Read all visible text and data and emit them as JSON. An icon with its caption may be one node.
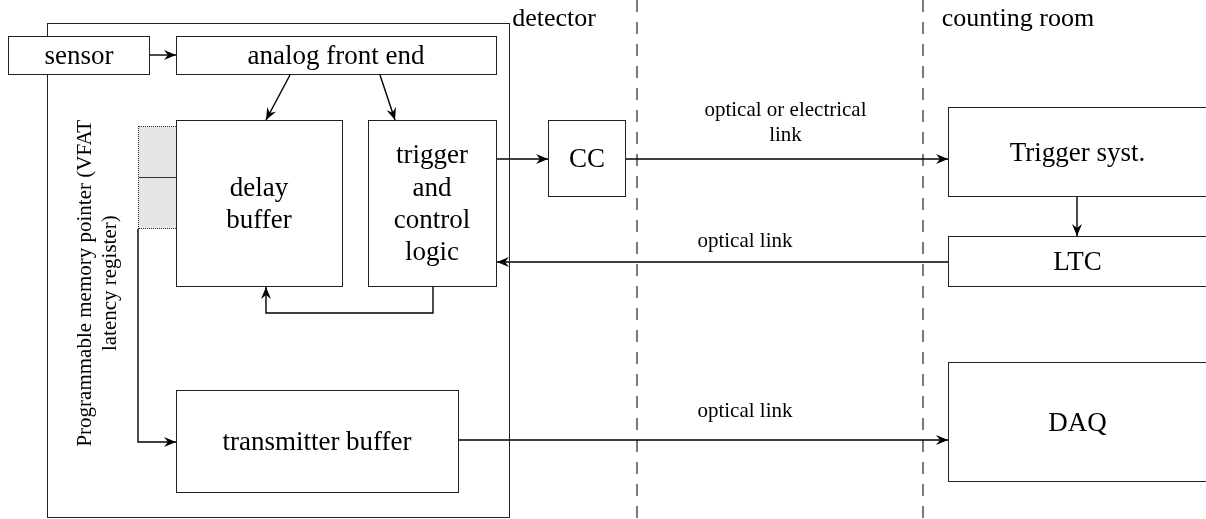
{
  "diagram": {
    "nodes": [
      {
        "text": [],
        "shape": "box"
      },
      {
        "text": [
          "sensor"
        ]
      },
      {
        "text": [
          "analog front end"
        ],
        "in": 0
      },
      {
        "text": [
          "delay buffer"
        ],
        "in": 0
      },
      {
        "text": [
          "trigger and control logic"
        ],
        "in": 0
      },
      {
        "text": [],
        "shape": "box",
        "in": 0
      },
      {
        "text": [
          "transmitter buffer"
        ],
        "in": 0
      },
      {
        "text": [
          "CC"
        ]
      },
      {
        "text": [
          "Trigger syst."
        ]
      },
      {
        "text": [
          "LTC"
        ]
      },
      {
        "text": [
          "DAQ"
        ]
      }
    ],
    "edges": [
      {
        "from": 1,
        "to": 2,
        "arrow": "to"
      },
      {
        "from": 2,
        "to": 3,
        "arrow": "to"
      },
      {
        "from": 2,
        "to": 4,
        "arrow": "to"
      },
      {
        "from": 4,
        "to": 7,
        "arrow": "to"
      },
      {
        "from": 7,
        "to": 8,
        "arrow": "to",
        "label": "optical or electrical link"
      },
      {
        "from": 8,
        "to": 9,
        "arrow": "to"
      },
      {
        "from": 9,
        "to": 4,
        "arrow": "to",
        "label": "optical link"
      },
      {
        "from": 4,
        "to": 3,
        "arrow": "to"
      },
      {
        "from": 5,
        "to": 6,
        "arrow": "to"
      },
      {
        "from": 6,
        "to": 10,
        "arrow": "to",
        "label": "optical link"
      }
    ],
    "labels": [
      "detector",
      "counting room",
      "Programmable memory pointer (VFAT latency register)"
    ]
  }
}
